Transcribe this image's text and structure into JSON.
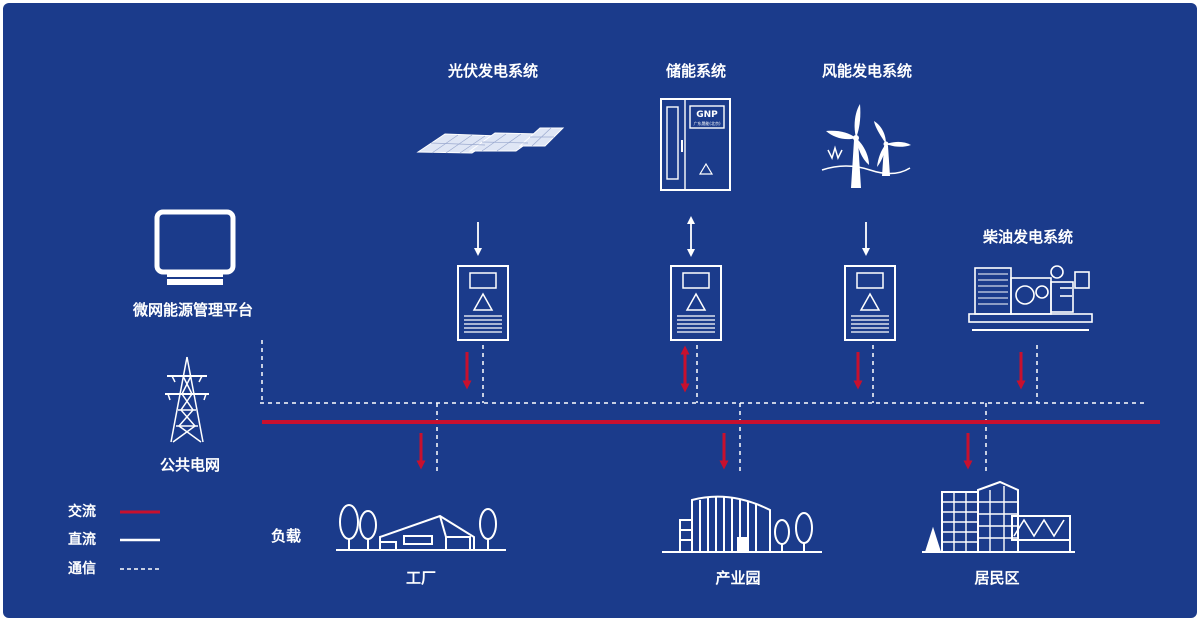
{
  "labels": {
    "pv": "光伏发电系统",
    "storage": "储能系统",
    "wind": "风能发电系统",
    "diesel": "柴油发电系统",
    "platform": "微网能源管理平台",
    "grid": "公共电网",
    "load": "负载",
    "factory": "工厂",
    "park": "产业园",
    "residential": "居民区"
  },
  "legend": {
    "ac": "交流",
    "dc": "直流",
    "comm": "通信"
  },
  "brand": {
    "cabinet_logo": "GNP",
    "cabinet_logo_sub": "广东晟能(北京)"
  },
  "colors": {
    "background": "#1b3b8b",
    "ac": "#c8102e",
    "dc": "#ffffff",
    "comm": "#ffffff"
  },
  "icons": {
    "platform": "monitor-icon",
    "grid": "transmission-tower-icon",
    "pv": "solar-panel-icon",
    "storage": "battery-cabinet-icon",
    "wind": "wind-turbine-icon",
    "diesel": "diesel-generator-icon",
    "inverter": "inverter-cabinet-icon",
    "factory": "factory-icon",
    "park": "industrial-park-icon",
    "residential": "residential-building-icon"
  }
}
